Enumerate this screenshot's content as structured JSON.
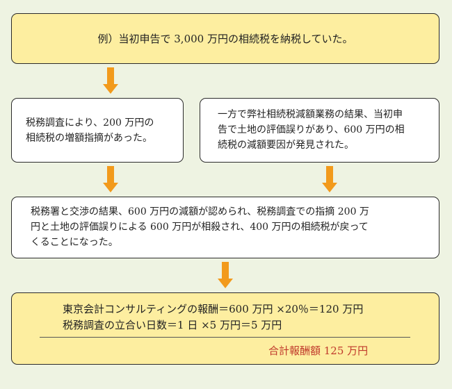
{
  "example_box": {
    "text": "例）当初申告で 3,000 万円の相続税を納税していた。"
  },
  "tax_increase_box": {
    "lines": [
      "税務調査により、200 万円の",
      "相続税の増額指摘があった。"
    ]
  },
  "tax_decrease_box": {
    "lines": [
      "一方で弊社相続税減額業務の結果、当初申",
      "告で土地の評価誤りがあり、600 万円の相",
      "続税の減額要因が発見された。"
    ]
  },
  "result_box": {
    "lines": [
      "税務署と交渉の結果、600 万円の減額が認められ、税務調査での指摘 200 万",
      "円と土地の評価誤りによる 600 万円が相殺され、400 万円の相続税が戻って",
      "くることになった。"
    ]
  },
  "fee_box": {
    "line1": "東京会計コンサルティングの報酬＝600 万円 ×20％＝120 万円",
    "line2": "税務調査の立合い日数＝1 日 ×5 万円＝5 万円",
    "total": "合計報酬額 125 万円",
    "total_color": "#c0392b"
  },
  "colors": {
    "background": "#eef3e2",
    "highlight_box": "#fdeea0",
    "plain_box": "#ffffff",
    "arrow": "#f29a1c"
  },
  "icons": {
    "arrow": "down-arrow-icon"
  }
}
